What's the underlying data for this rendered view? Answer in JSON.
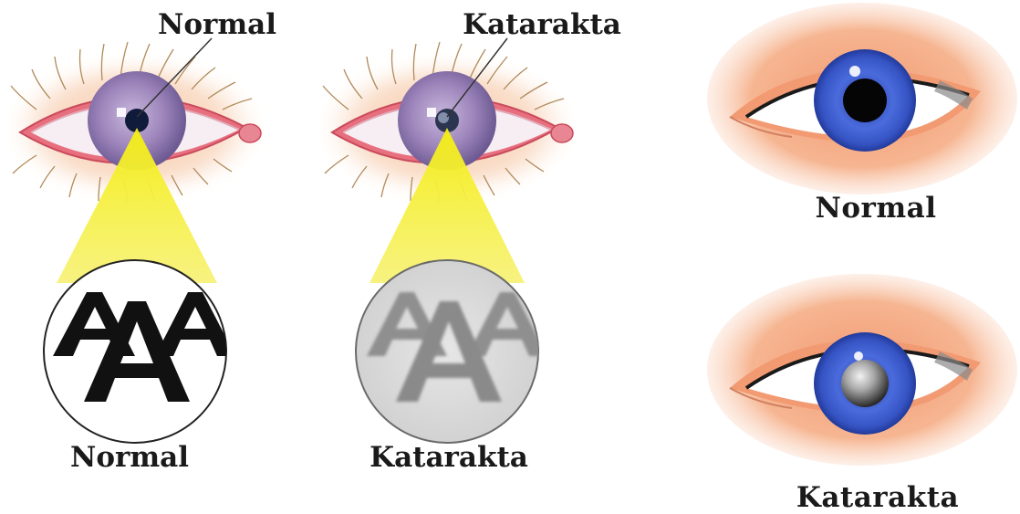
{
  "labels": {
    "left_top": "Normal",
    "center_top": "Katarakta",
    "left_bottom": "Normal",
    "center_bottom": "Katarakta",
    "right_top": "Normal",
    "right_bottom": "Katarakta"
  },
  "lens_letters": {
    "normal": "AAA",
    "cataract": "AAA"
  },
  "colors": {
    "light_beam": "#f5f01a",
    "iris_left": "#9b82b8",
    "iris_right": "#3f5fd0",
    "skin": "#f4b78f",
    "eyelid_rim": "#d9546a"
  }
}
